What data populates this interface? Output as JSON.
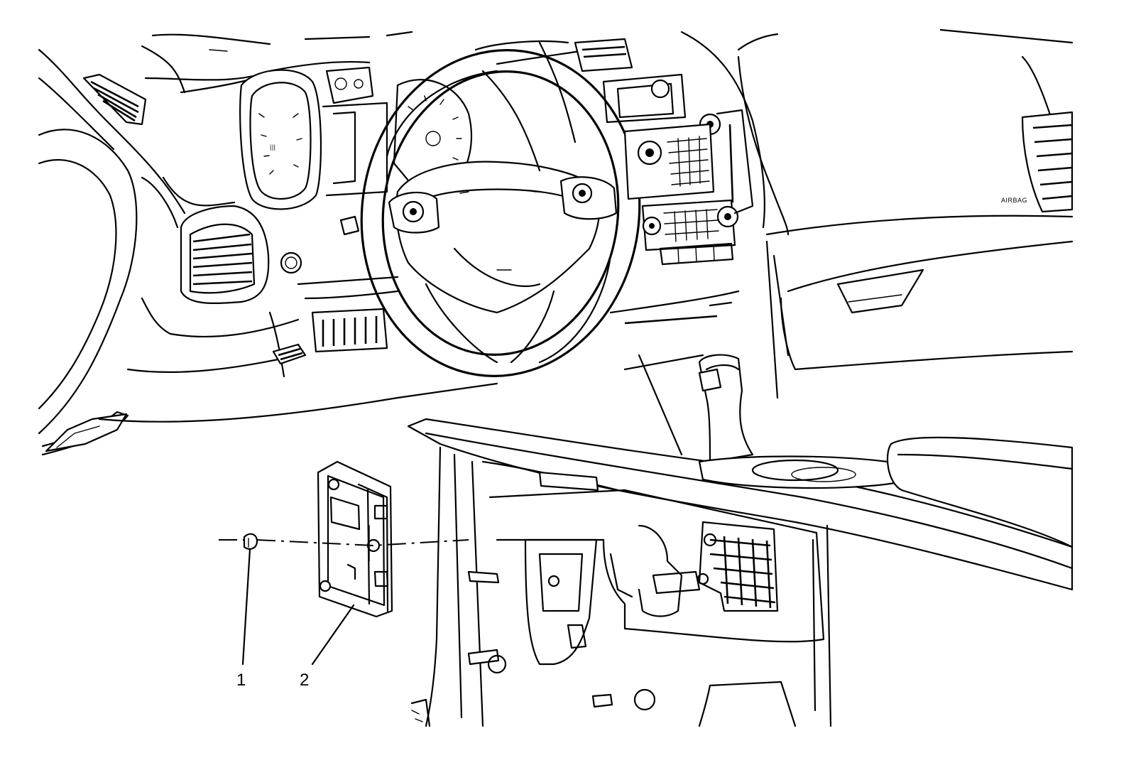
{
  "diagram": {
    "callouts": [
      {
        "number": "1"
      },
      {
        "number": "2"
      }
    ],
    "dash_label": "AIRBAG"
  }
}
